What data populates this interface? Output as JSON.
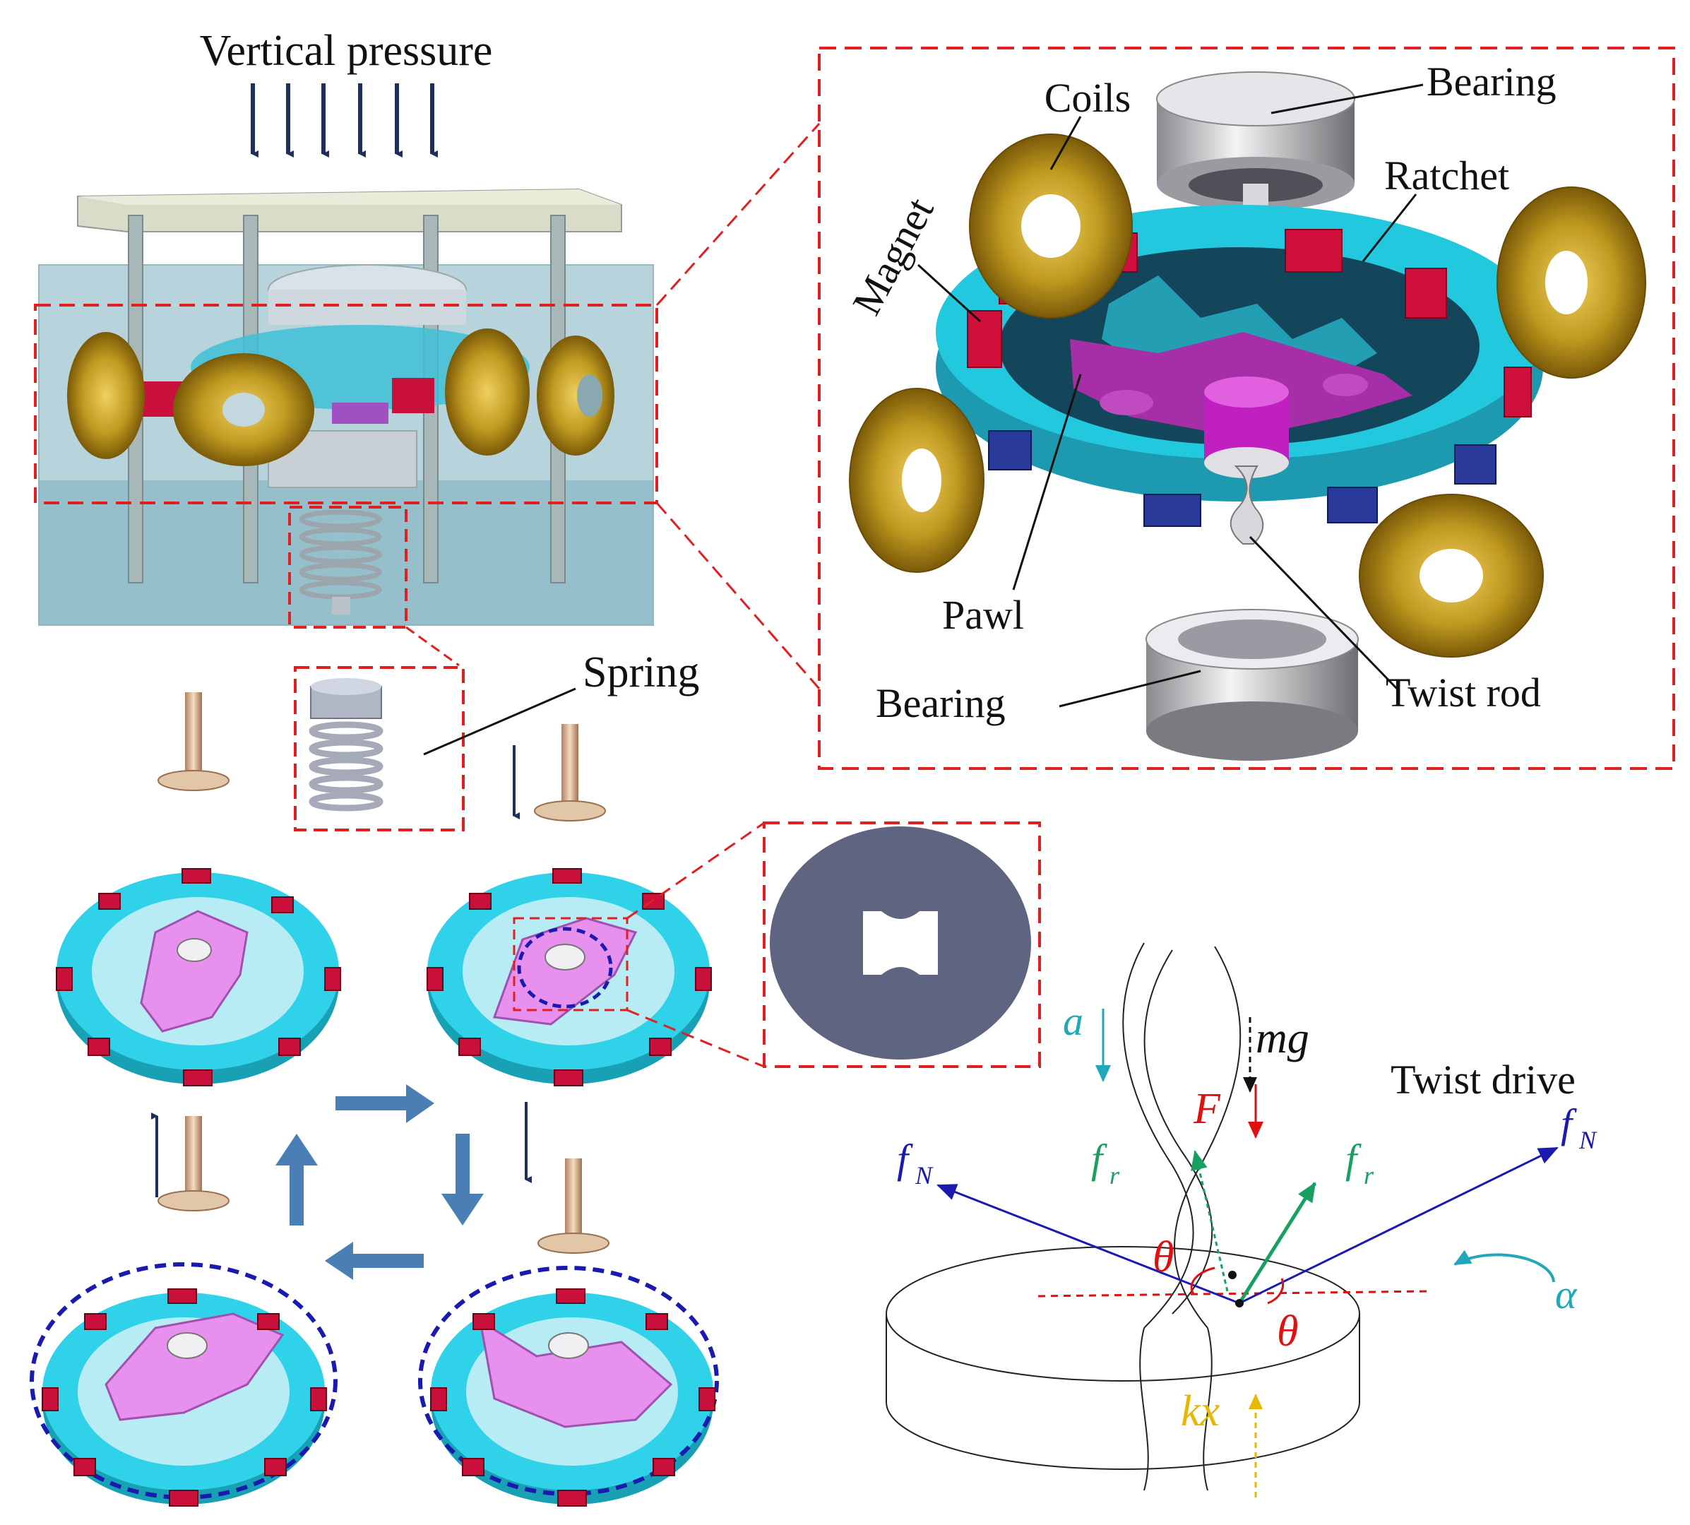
{
  "labels": {
    "vertical_pressure": "Vertical pressure",
    "coils": "Coils",
    "bearing_top": "Bearing",
    "ratchet": "Ratchet",
    "magnet": "Magnet",
    "pawl": "Pawl",
    "bearing_bottom": "Bearing",
    "twist_rod": "Twist rod",
    "spring": "Spring",
    "twist_drive": "Twist drive"
  },
  "forces": {
    "mg": "mg",
    "F": "F",
    "a": "a",
    "alpha": "α",
    "fN": "f",
    "fN_sub": "N",
    "fr": "f",
    "fr_sub": "r",
    "theta": "θ",
    "kx": "kx"
  },
  "colors": {
    "arrow_navy": "#1f2f5c",
    "cycle_arrow": "#4a7fb5",
    "inset_box": "#e02020",
    "ratchet_cyan": "#22c8dd",
    "magnet_red": "#d0103a",
    "pawl_pink": "#e07ae0",
    "coil_gold": "#b8901c",
    "force_blue": "#1a1ab0",
    "force_green": "#18a060",
    "force_red": "#e01010",
    "accel_cyan": "#20a8b8",
    "spring_yellow": "#e8b800"
  }
}
